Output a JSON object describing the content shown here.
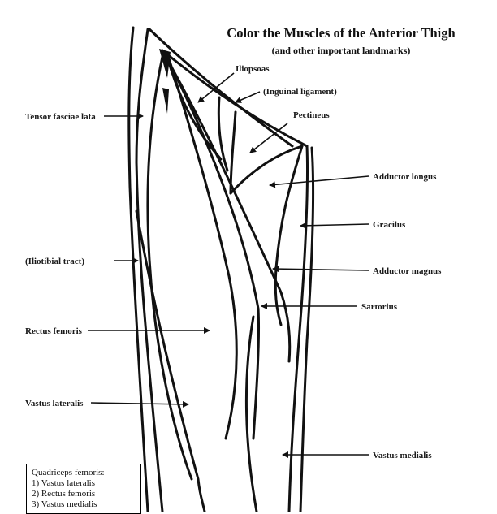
{
  "title": "Color the Muscles of the Anterior Thigh",
  "subtitle": "(and other important landmarks)",
  "labels": {
    "iliopsoas": "Iliopsoas",
    "inguinal": "(Inguinal ligament)",
    "pectineus": "Pectineus",
    "tensor": "Tensor fasciae lata",
    "adductor_longus": "Adductor longus",
    "gracilus": "Gracilus",
    "iliotibial": "(Iliotibial tract)",
    "adductor_magnus": "Adductor magnus",
    "sartorius": "Sartorius",
    "rectus": "Rectus femoris",
    "vastus_lateralis": "Vastus lateralis",
    "vastus_medialis": "Vastus medialis"
  },
  "legend": {
    "heading": "Quadriceps femoris:",
    "items": [
      "1) Vastus lateralis",
      "2) Rectus femoris",
      "3) Vastus medialis"
    ]
  }
}
